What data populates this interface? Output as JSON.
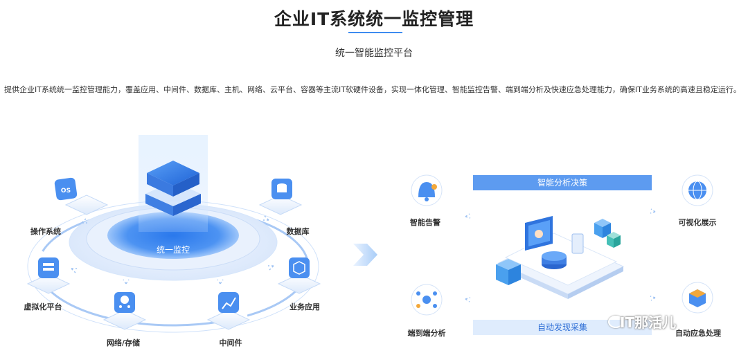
{
  "header": {
    "title": "企业IT系统统一监控管理",
    "subtitle": "统一智能监控平台",
    "description": "提供企业IT系统统一监控管理能力，覆盖应用、中间件、数据库、主机、网络、云平台、容器等主流IT软硬件设备，实现一体化管理、智能监控告警、端到端分析及快速应急处理能力，确保IT业务系统的高速且稳定运行。"
  },
  "left_diagram": {
    "center_label": "统一监控",
    "nodes": [
      {
        "label": "操作系统",
        "icon": "os-icon"
      },
      {
        "label": "数据库",
        "icon": "database-icon"
      },
      {
        "label": "虚拟化平台",
        "icon": "virtualization-icon"
      },
      {
        "label": "业务应用",
        "icon": "app-cube-icon"
      },
      {
        "label": "网络/存储",
        "icon": "network-icon"
      },
      {
        "label": "中间件",
        "icon": "middleware-icon"
      }
    ]
  },
  "right_diagram": {
    "top_bar": "智能分析决策",
    "bottom_bar": "自动发现采集",
    "nodes": [
      {
        "label": "智能告警",
        "icon": "alarm-bell-icon"
      },
      {
        "label": "可视化展示",
        "icon": "globe-icon"
      },
      {
        "label": "端到端分析",
        "icon": "network-analysis-icon"
      },
      {
        "label": "自动应急处理",
        "icon": "emergency-cube-icon"
      }
    ]
  },
  "watermark": "IT那活儿",
  "colors": {
    "accent": "#3d8bf0",
    "bar": "#5d9bf0",
    "bar_light": "#dfecfd",
    "platform": "#4a8ff0"
  }
}
